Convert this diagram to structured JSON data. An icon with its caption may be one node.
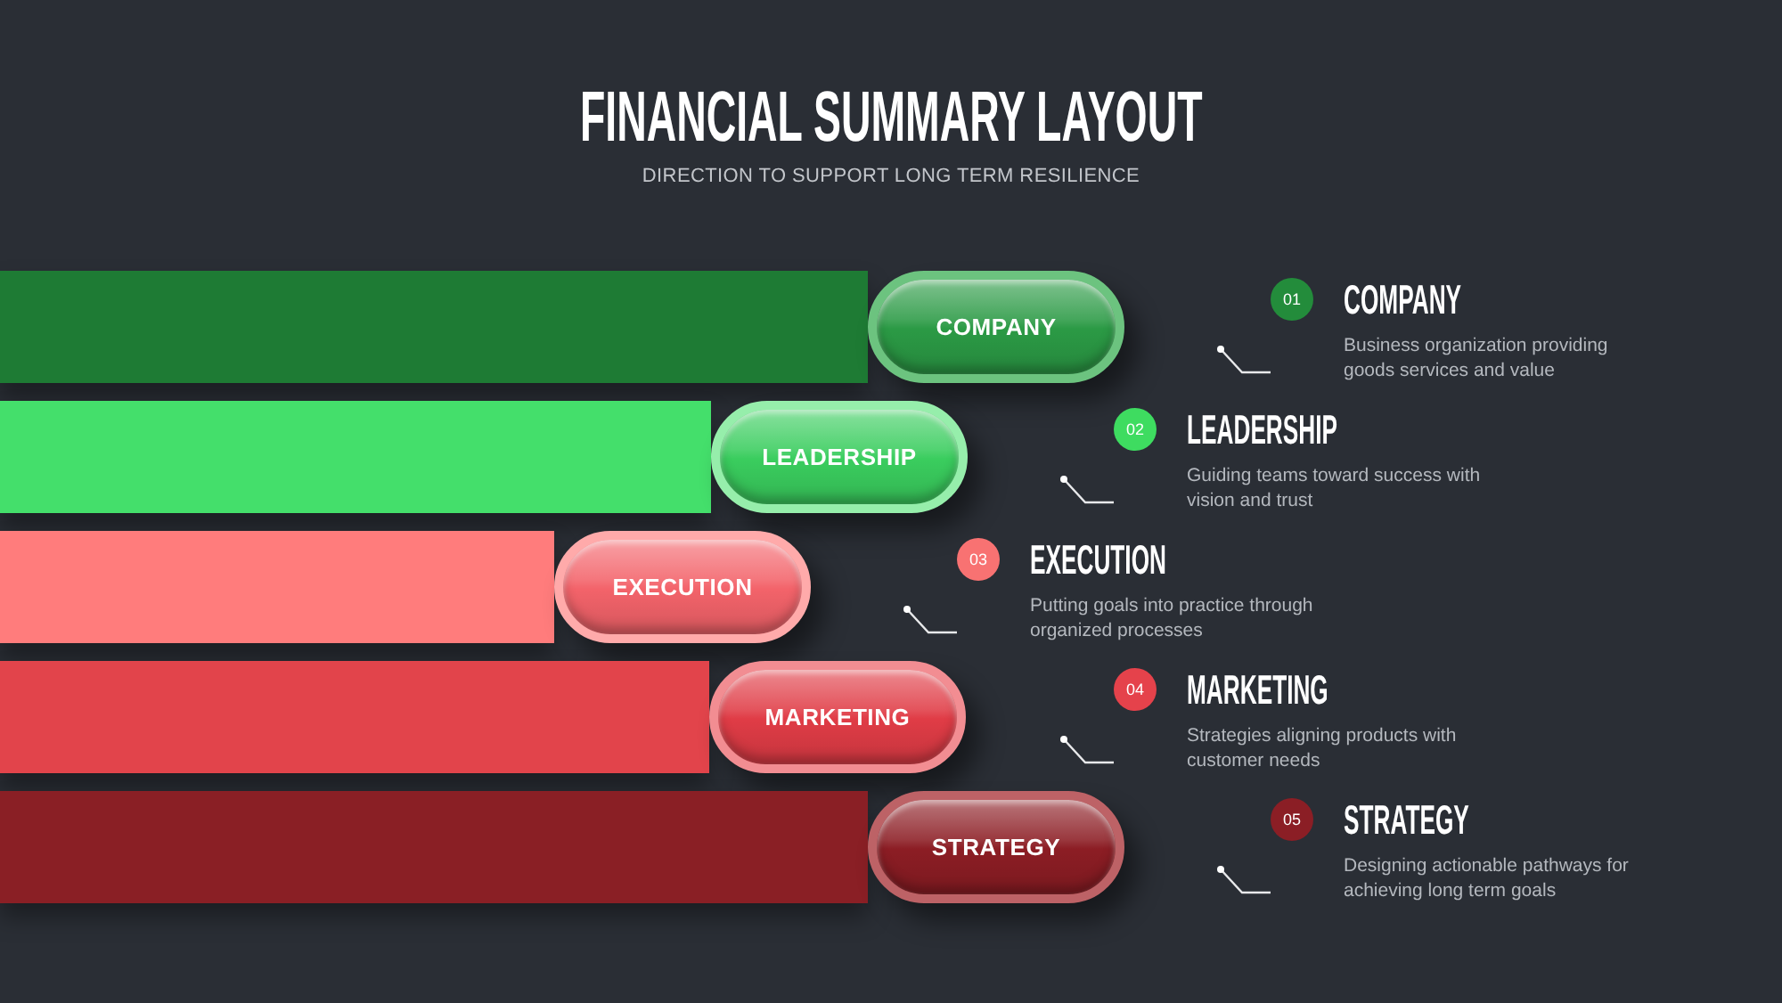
{
  "diagram": {
    "title": "FINANCIAL SUMMARY LAYOUT",
    "nodes": [
      {
        "text": [],
        "shape": "bar"
      },
      {
        "text": [
          "COMPANY"
        ]
      },
      {
        "text": [
          "01"
        ],
        "beside": [
          "COMPANY",
          "Business organization providing goods services and value"
        ]
      },
      {
        "text": [],
        "shape": "bar"
      },
      {
        "text": [
          "LEADERSHIP"
        ]
      },
      {
        "text": [
          "02"
        ],
        "beside": [
          "LEADERSHIP",
          "Guiding teams toward success with vision and trust"
        ]
      },
      {
        "text": [],
        "shape": "bar"
      },
      {
        "text": [
          "EXECUTION"
        ]
      },
      {
        "text": [
          "03"
        ],
        "beside": [
          "EXECUTION",
          "Putting goals into practice through organized processes"
        ]
      },
      {
        "text": [],
        "shape": "bar"
      },
      {
        "text": [
          "MARKETING"
        ]
      },
      {
        "text": [
          "04"
        ],
        "beside": [
          "MARKETING",
          "Strategies aligning products with customer needs"
        ]
      },
      {
        "text": [],
        "shape": "bar"
      },
      {
        "text": [
          "STRATEGY"
        ]
      },
      {
        "text": [
          "05"
        ],
        "beside": [
          "STRATEGY",
          "Designing actionable pathways for achieving long term goals"
        ]
      }
    ],
    "labels": [
      "DIRECTION TO SUPPORT LONG TERM RESILIENCE"
    ]
  }
}
